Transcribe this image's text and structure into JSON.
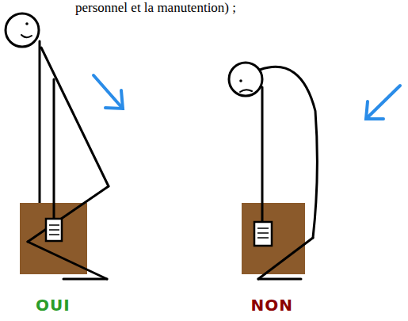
{
  "diagram": {
    "labels": [
      "personnel et la manutention) ;",
      "OUI",
      "NON"
    ]
  }
}
